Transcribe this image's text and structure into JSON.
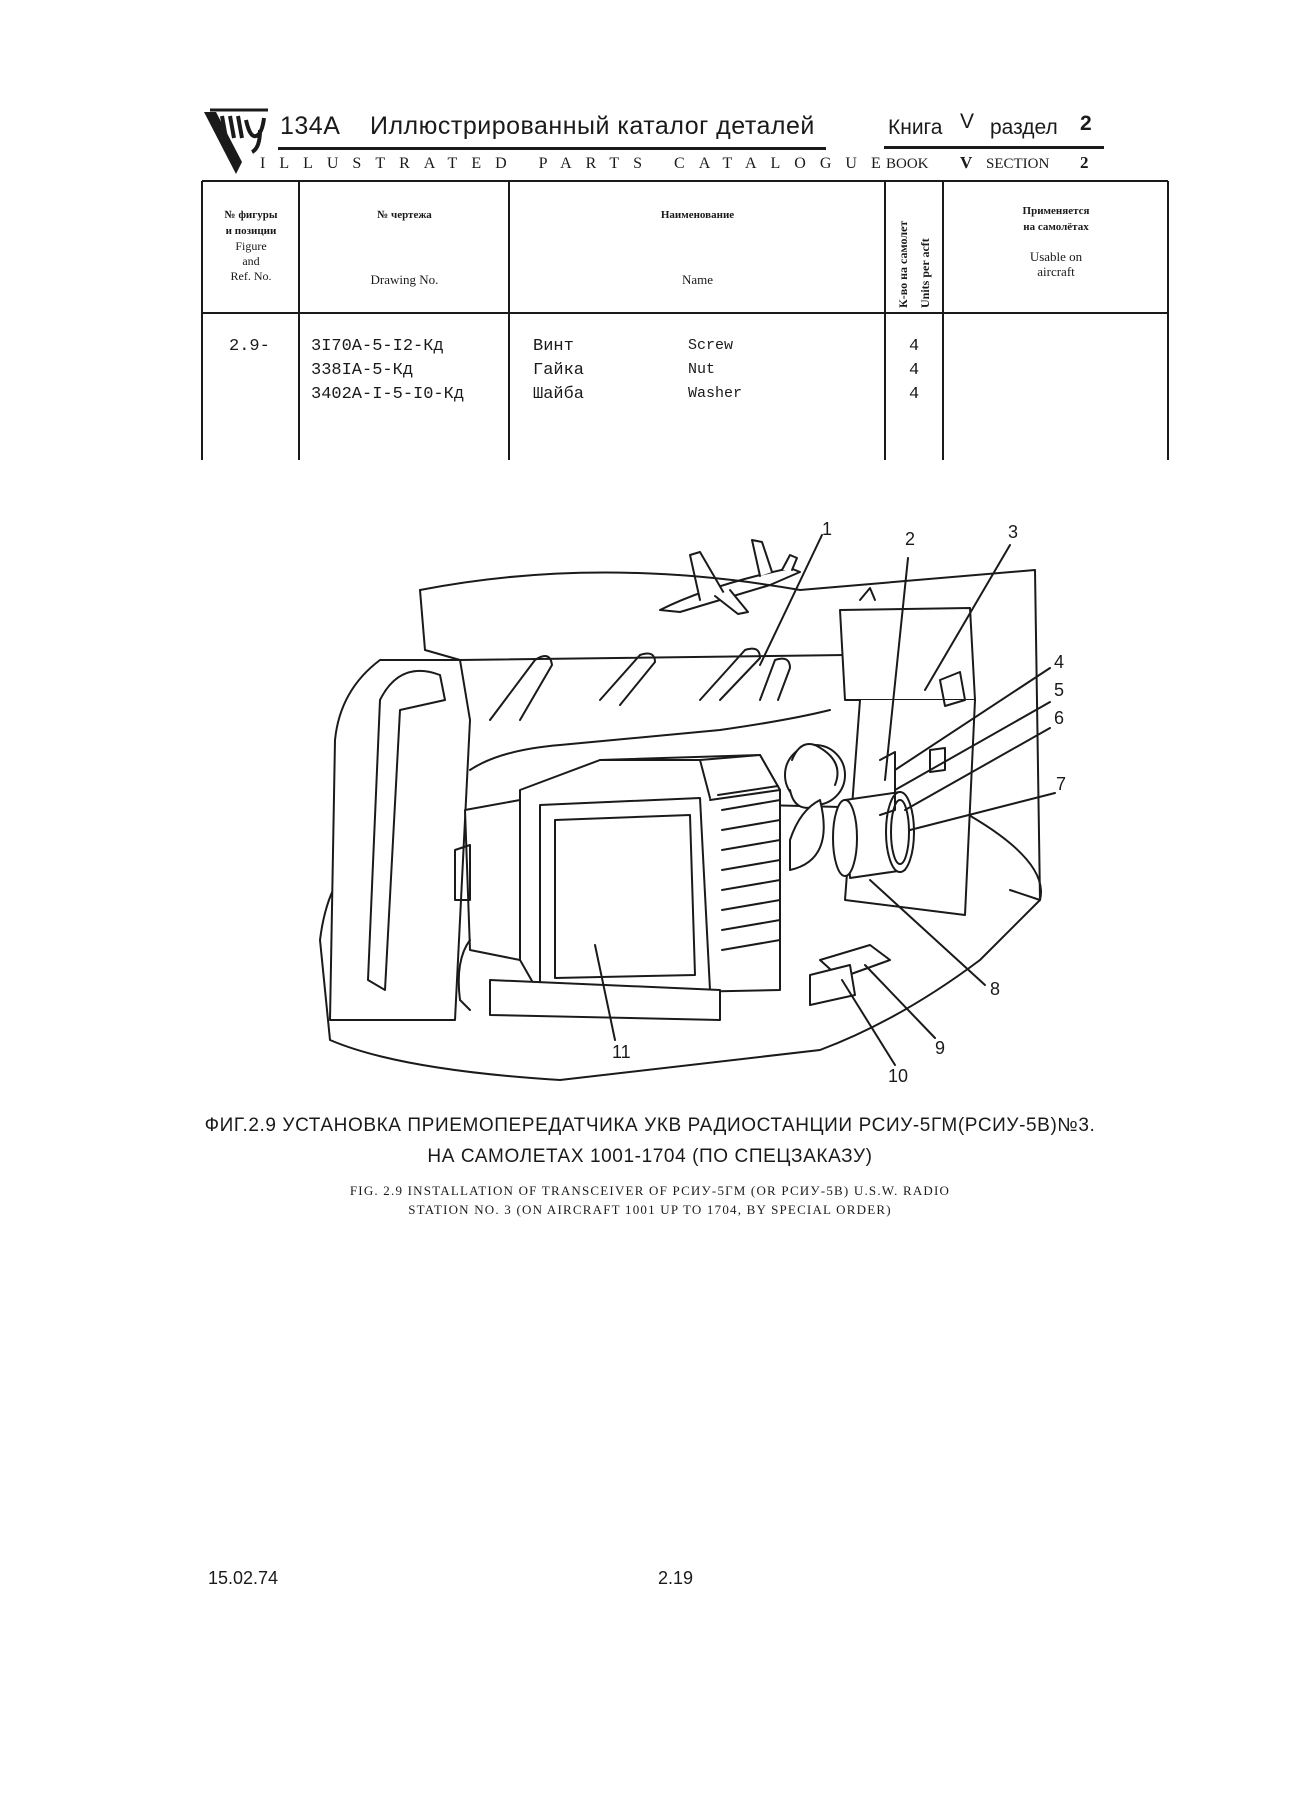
{
  "header": {
    "model": "134А",
    "title_ru": "Иллюстрированный   каталог деталей",
    "title_en": "ILLUSTRATED PARTS CATALOGUE",
    "book_ru": "Книга",
    "book_no_ru": "V",
    "section_ru": "раздел",
    "section_no_ru": "2",
    "book_en": "BOOK",
    "book_no_en": "V",
    "section_en": "SECTION",
    "section_no_en": "2"
  },
  "table": {
    "col_fig_ru_1": "№ фигуры",
    "col_fig_ru_2": "и позиции",
    "col_fig_en_1": "Figure",
    "col_fig_en_2": "and",
    "col_fig_en_3": "Ref. No.",
    "col_drawing_ru": "№ чертежа",
    "col_drawing_en": "Drawing No.",
    "col_name_ru": "Наименование",
    "col_name_en": "Name",
    "col_units_ru": "К-во на самолет",
    "col_units_en": "Units per acft",
    "col_usable_ru_1": "Применяется",
    "col_usable_ru_2": "на самолётах",
    "col_usable_en_1": "Usable on",
    "col_usable_en_2": "aircraft",
    "fig_ref": "2.9-",
    "rows": [
      {
        "drawing": "3I70А-5-I2-Кд",
        "name_ru": "Винт",
        "name_en": "Screw",
        "units": "4"
      },
      {
        "drawing": "338IА-5-Кд",
        "name_ru": "Гайка",
        "name_en": "Nut",
        "units": "4"
      },
      {
        "drawing": "3402А-I-5-I0-Кд",
        "name_ru": "Шайба",
        "name_en": "Washer",
        "units": "4"
      }
    ]
  },
  "figure": {
    "callouts": [
      "1",
      "2",
      "3",
      "4",
      "5",
      "6",
      "7",
      "8",
      "9",
      "10",
      "11"
    ]
  },
  "caption": {
    "ru_line1": "ФИГ.2.9  УСТАНОВКА ПРИЕМОПЕРЕДАТЧИКА  УКВ РАДИОСТАНЦИИ РСИУ-5ГМ(РСИУ-5В)№3.",
    "ru_line2": "НА САМОЛЕТАХ 1001-1704 (ПО СПЕЦЗАКАЗУ)",
    "en_line1": "FIG. 2.9 INSTALLATION OF TRANSCEIVER OF РСИУ-5ГМ (OR РСИУ-5В) U.S.W. RADIO",
    "en_line2": "STATION NO. 3 (ON AIRCRAFT 1001 UP TO 1704, BY SPECIAL ORDER)"
  },
  "footer": {
    "date": "15.02.74",
    "page": "2.19"
  }
}
